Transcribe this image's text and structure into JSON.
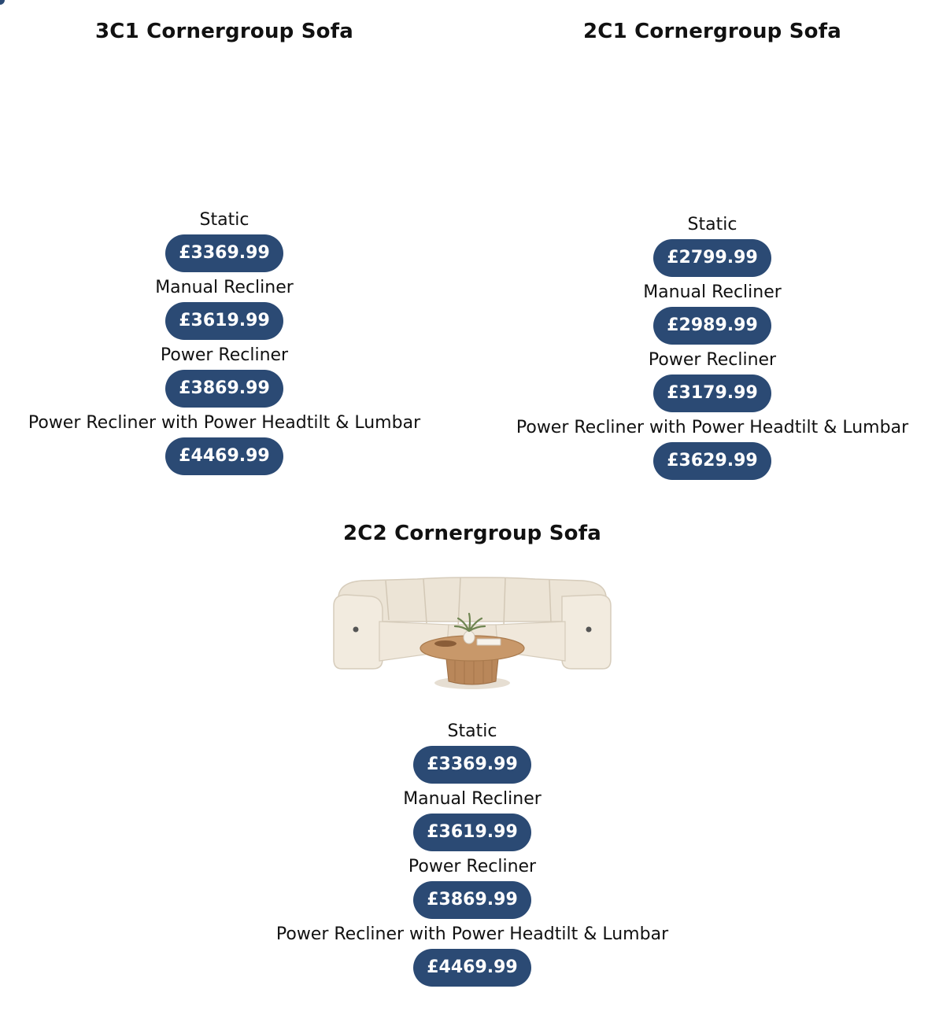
{
  "colors": {
    "accent": "#2b4a74",
    "pill_text": "#ffffff",
    "text": "#111111",
    "background": "#ffffff"
  },
  "products": [
    {
      "title": "3C1 Cornergroup Sofa",
      "has_image": false,
      "options": [
        {
          "label": "Static",
          "price": "£3369.99"
        },
        {
          "label": "Manual Recliner",
          "price": "£3619.99"
        },
        {
          "label": "Power Recliner",
          "price": "£3869.99"
        },
        {
          "label": "Power Recliner with Power Headtilt & Lumbar",
          "price": "£4469.99"
        }
      ]
    },
    {
      "title": "2C1 Cornergroup Sofa",
      "has_image": false,
      "options": [
        {
          "label": "Static",
          "price": "£2799.99"
        },
        {
          "label": "Manual Recliner",
          "price": "£2989.99"
        },
        {
          "label": "Power Recliner",
          "price": "£3179.99"
        },
        {
          "label": "Power Recliner with Power Headtilt & Lumbar",
          "price": "£3629.99"
        }
      ]
    },
    {
      "title": "2C2 Cornergroup Sofa",
      "has_image": true,
      "image_icon": "corner-sofa-image",
      "options": [
        {
          "label": "Static",
          "price": "£3369.99"
        },
        {
          "label": "Manual Recliner",
          "price": "£3619.99"
        },
        {
          "label": "Power Recliner",
          "price": "£3869.99"
        },
        {
          "label": "Power Recliner with Power Headtilt & Lumbar",
          "price": "£4469.99"
        }
      ]
    }
  ]
}
